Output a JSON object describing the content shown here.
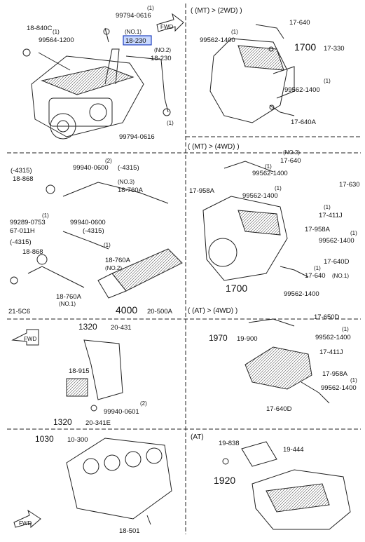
{
  "panels": {
    "engine": {
      "labels": [
        "18-840C",
        "(1)",
        "99564-1200",
        "99794-0616",
        "(1)",
        "(NO.1)",
        "18-230",
        "(NO.2)",
        "18-230",
        "(1)",
        "99794-0616"
      ],
      "highlight": "18-230",
      "fwd": "FWD"
    },
    "mt2wd": {
      "header": "( (MT) > (2WD) )",
      "labels": [
        "17-640",
        "(1)",
        "99562-1400",
        "1700",
        "17-330",
        "(1)",
        "99562-1400",
        "17-640A"
      ]
    },
    "exhaust": {
      "labels": [
        "(2)",
        "99940-0600",
        "(-4315)",
        "(-4315)",
        "18-868",
        "(NO.3)",
        "18-760A",
        "(1)",
        "99289-0753",
        "99940-0600",
        "67-011H",
        "(-4315)",
        "(-4315)",
        "(1)",
        "18-868",
        "18-760A",
        "(NO.2)",
        "18-760A",
        "(NO.1)",
        "21-5C6",
        "4000",
        "20-500A"
      ]
    },
    "mt4wd": {
      "header": "( (MT) > (4WD) )",
      "labels": [
        "(NO.2)",
        "17-640",
        "(1)",
        "99562-1400",
        "17-958A",
        "(1)",
        "99562-1400",
        "17-630",
        "(1)",
        "17-411J",
        "17-958A",
        "(1)",
        "99562-1400",
        "17-640D",
        "(1)",
        "17-640",
        "(NO.1)",
        "1700",
        "99562-1400"
      ]
    },
    "sensor": {
      "labels": [
        "1320",
        "20-431",
        "18-915",
        "(2)",
        "99940-0601",
        "1320",
        "20-341E"
      ],
      "fwd": "FWD"
    },
    "at4wd": {
      "header": "( (AT) > (4WD) )",
      "labels": [
        "17-650D",
        "(1)",
        "99562-1400",
        "1970",
        "19-900",
        "17-411J",
        "17-958A",
        "(1)",
        "99562-1400",
        "17-640D"
      ]
    },
    "block": {
      "labels": [
        "1030",
        "10-300",
        "18-501"
      ],
      "fwd": "FWD"
    },
    "at": {
      "header": "(AT)",
      "labels": [
        "19-838",
        "19-444",
        "1920"
      ]
    }
  }
}
